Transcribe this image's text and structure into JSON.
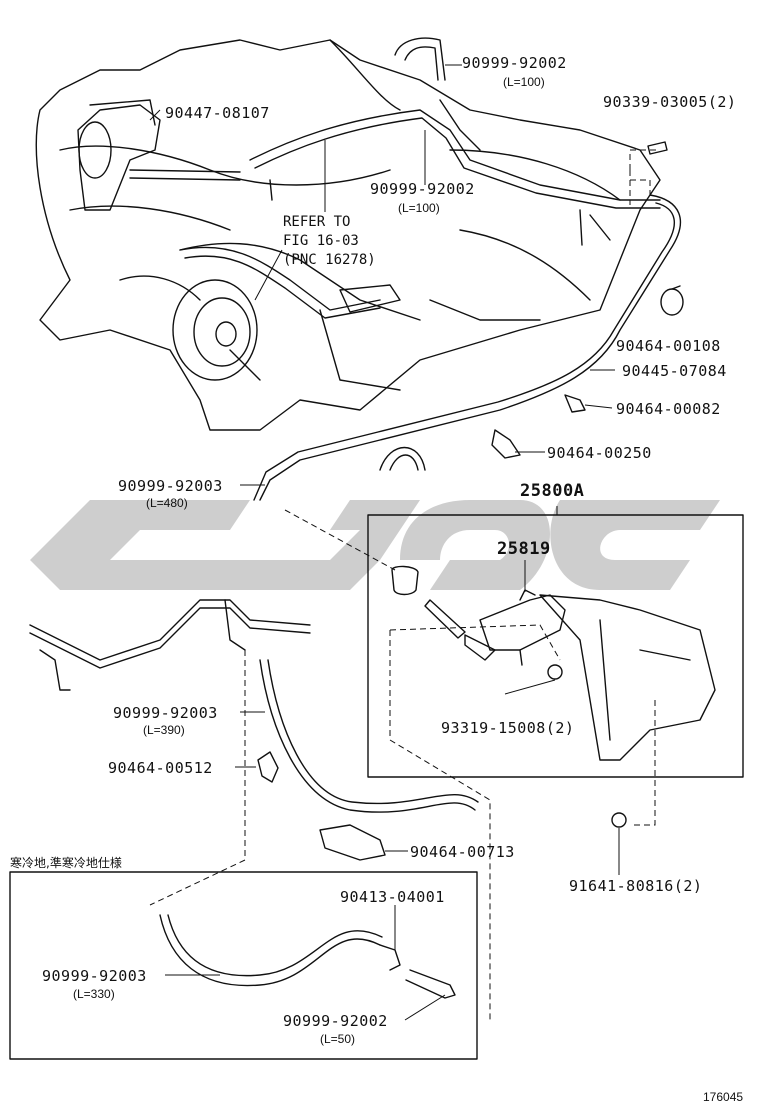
{
  "parts": {
    "p1": {
      "num": "90999-92002",
      "sub": "(L=100)"
    },
    "p2": {
      "num": "90339-03005(2)"
    },
    "p3": {
      "num": "90447-08107"
    },
    "p4": {
      "num": "90999-92002",
      "sub": "(L=100)"
    },
    "p5": {
      "num": "90464-00108"
    },
    "p6": {
      "num": "90445-07084"
    },
    "p7": {
      "num": "90464-00082"
    },
    "p8": {
      "num": "90464-00250"
    },
    "p9": {
      "num": "90999-92003",
      "sub": "(L=480)"
    },
    "p10": {
      "num": "25800A"
    },
    "p11": {
      "num": "25819"
    },
    "p12": {
      "num": "93319-15008(2)"
    },
    "p13": {
      "num": "90999-92003",
      "sub": "(L=390)"
    },
    "p14": {
      "num": "90464-00512"
    },
    "p15": {
      "num": "90464-00713"
    },
    "p16": {
      "num": "91641-80816(2)"
    },
    "p17": {
      "num": "90413-04001"
    },
    "p18": {
      "num": "90999-92003",
      "sub": "(L=330)"
    },
    "p19": {
      "num": "90999-92002",
      "sub": "(L=50)"
    }
  },
  "refer_note": "REFER TO\nFIG 16-03\n(PNC 16278)",
  "cold_spec_label": "寒冷地,準寒冷地仕様",
  "figure_id": "176045",
  "colors": {
    "line": "#111111",
    "watermark": "#c8c8c8"
  }
}
